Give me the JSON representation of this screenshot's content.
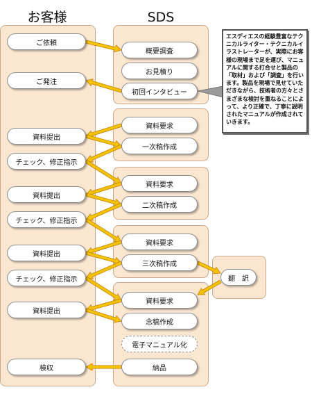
{
  "headers": {
    "customer": "お客様",
    "sds": "SDS"
  },
  "customer_nodes": {
    "c1": "ご依頼",
    "c2": "ご発注",
    "c3": "資料提出",
    "c4": "チェック、修正指示",
    "c5": "資料提出",
    "c6": "チェック、修正指示",
    "c7": "資料提出",
    "c8": "チェック、修正指示",
    "c9": "資料提出",
    "c10": "検収"
  },
  "sds_nodes": {
    "s1": "概要調査",
    "s2": "お見積り",
    "s3": "初回インタビュー",
    "s4": "資料要求",
    "s5": "一次稿作成",
    "s6": "資料要求",
    "s7": "二次稿作成",
    "s8": "資料要求",
    "s9": "三次稿作成",
    "s10": "資料要求",
    "s11": "念稿作成",
    "s12": "電子マニュアル化",
    "s13": "納品"
  },
  "translation": "翻　訳",
  "note": "エスディエスの経験豊富なテクニカルライター・テクニカルイラストレーターが、実際にお客様の現場まで足を運び、マニュアルに関する打合せと製品の「取材」および「調査」を行います。製品を現場で見せていただきながら、技術者の方々とさまざまな検討を重ねることによって、より正確で、丁寧に説明されたマニュアルが作成されていきます。",
  "colors": {
    "panel": "#fbe7d0",
    "arrow_fill": "#f3c200",
    "arrow_stroke": "#c07800",
    "note_border": "#555555"
  }
}
